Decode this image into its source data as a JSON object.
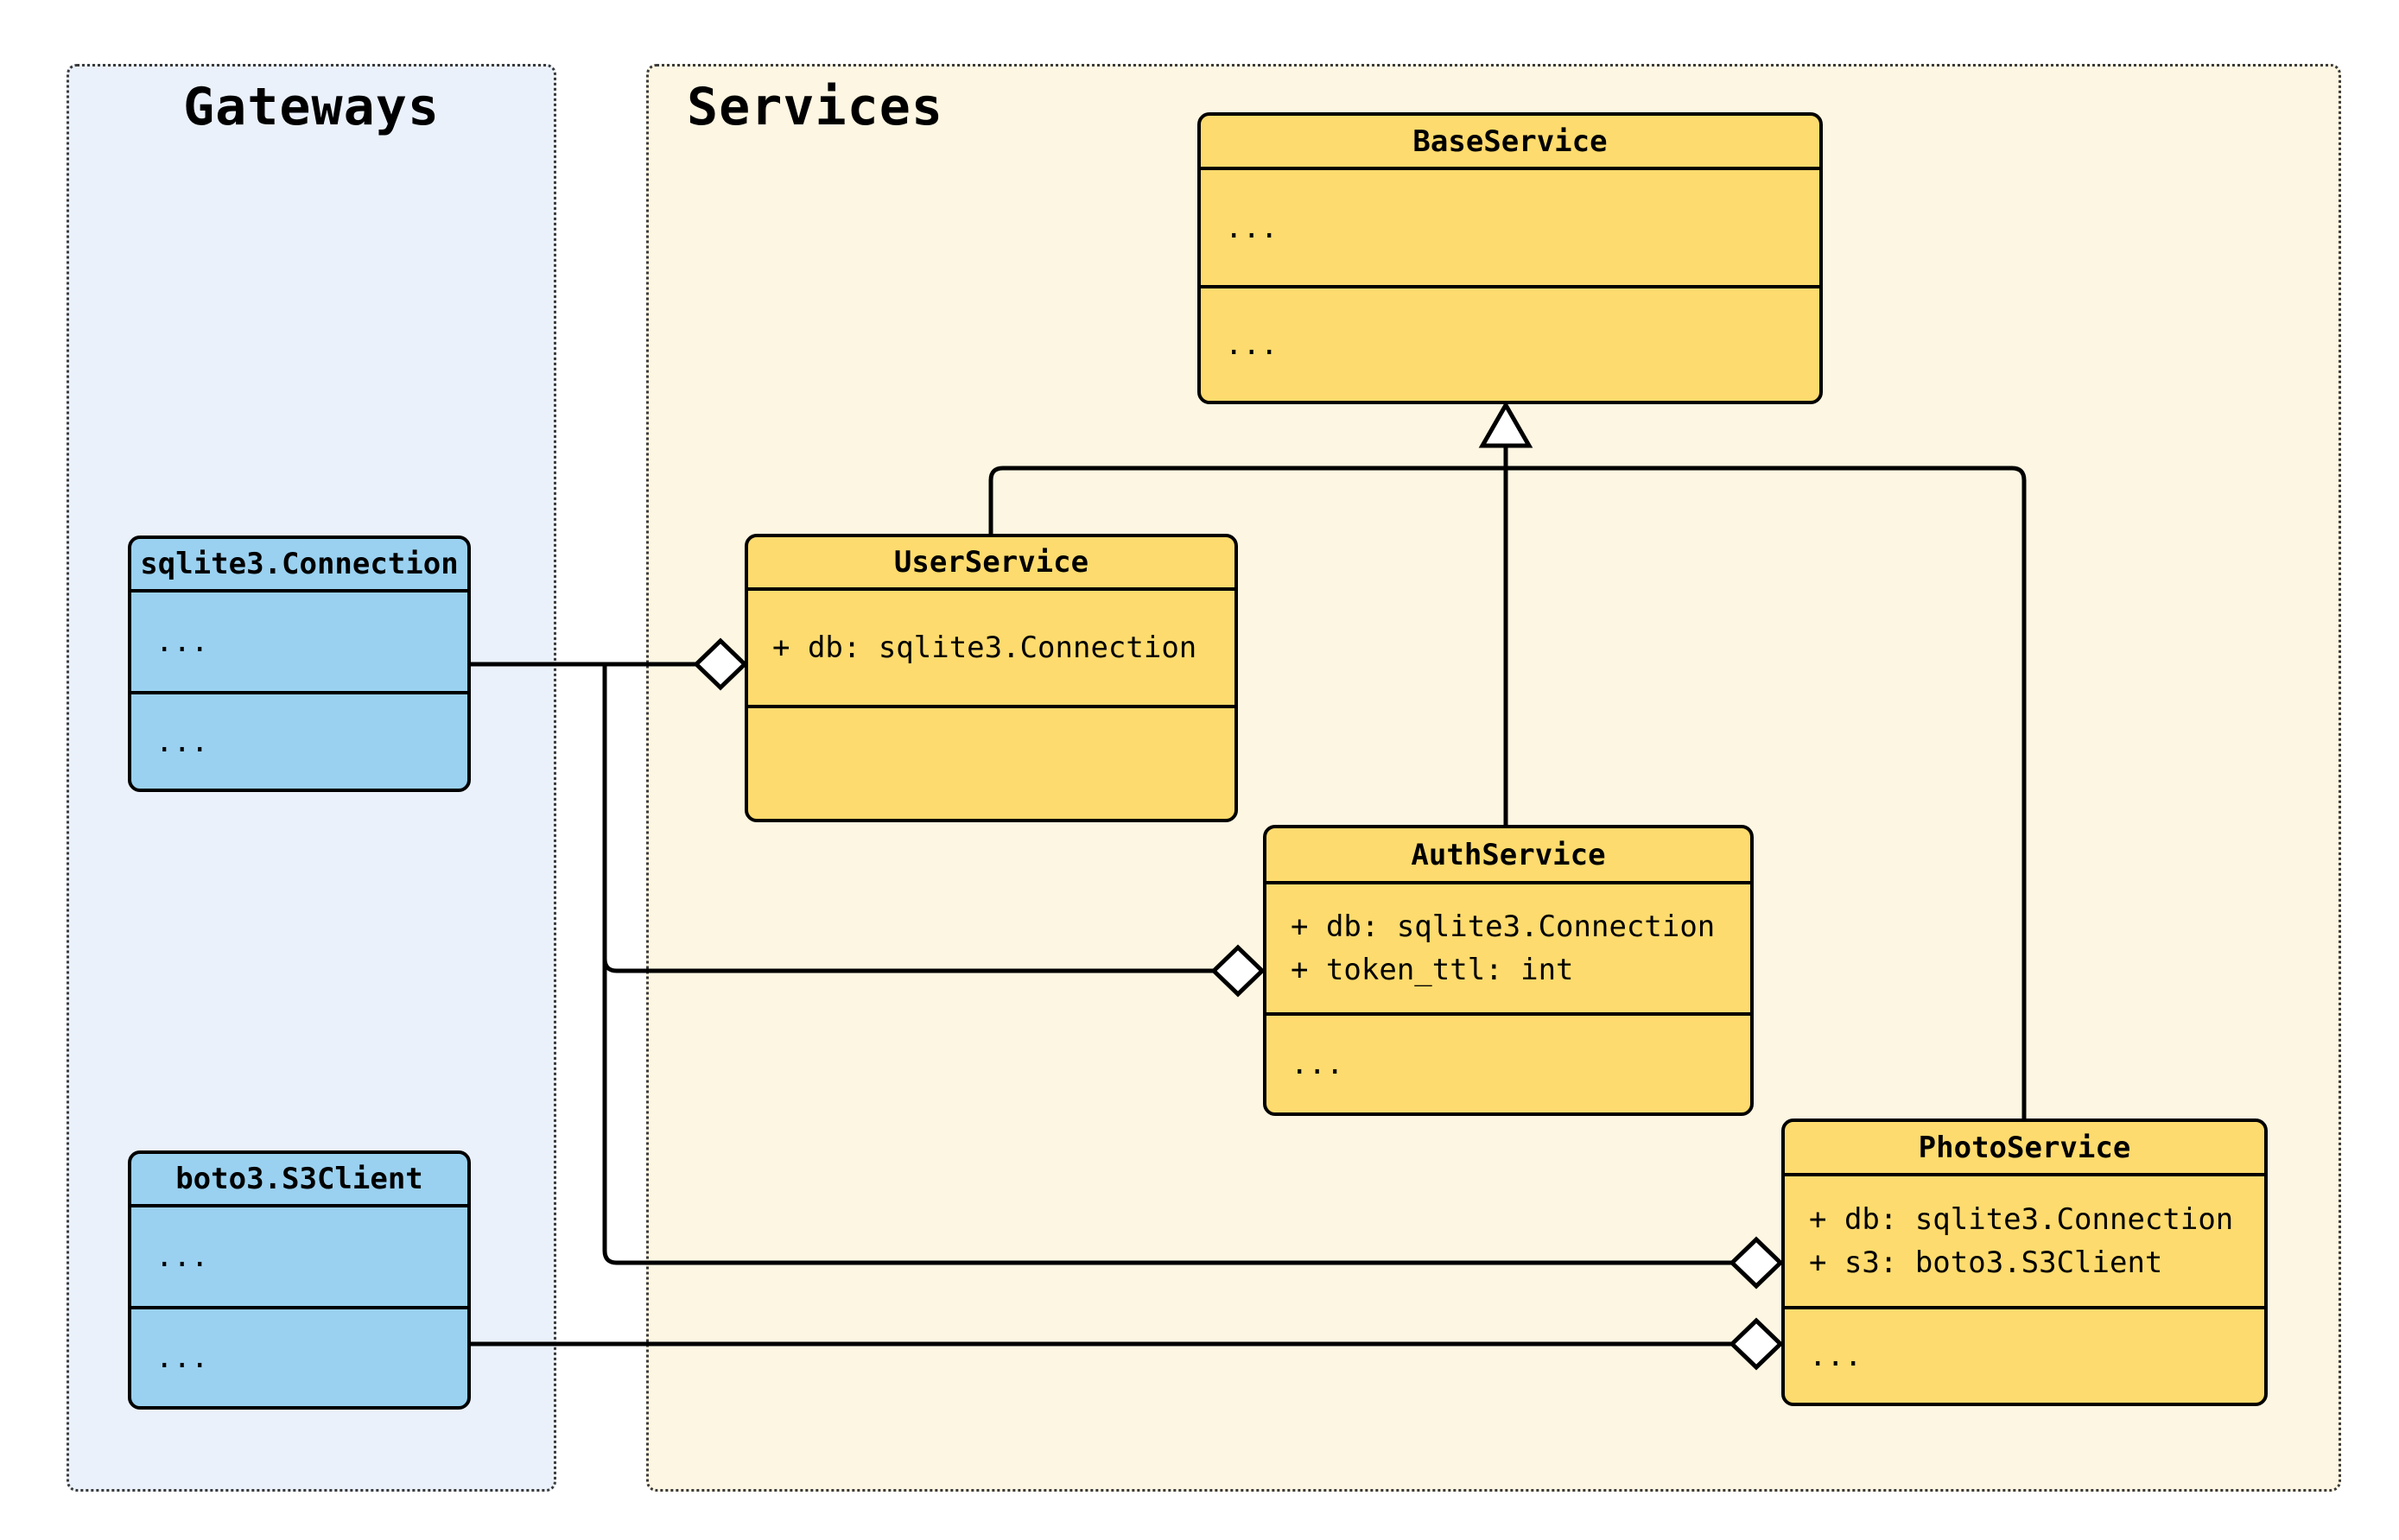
{
  "groups": {
    "gateways": {
      "title": "Gateways"
    },
    "services": {
      "title": "Services"
    }
  },
  "classes": {
    "sqlite": {
      "name": "sqlite3.Connection",
      "attributes": [
        "..."
      ],
      "methods": [
        "..."
      ]
    },
    "boto": {
      "name": "boto3.S3Client",
      "attributes": [
        "..."
      ],
      "methods": [
        "..."
      ]
    },
    "base": {
      "name": "BaseService",
      "attributes": [
        "..."
      ],
      "methods": [
        "..."
      ]
    },
    "user": {
      "name": "UserService",
      "attributes": [
        "+ db: sqlite3.Connection"
      ],
      "methods": []
    },
    "auth": {
      "name": "AuthService",
      "attributes": [
        "+ db: sqlite3.Connection",
        "+ token_ttl: int"
      ],
      "methods": [
        "..."
      ]
    },
    "photo": {
      "name": "PhotoService",
      "attributes": [
        "+ db: sqlite3.Connection",
        "+ s3: boto3.S3Client"
      ],
      "methods": [
        "..."
      ]
    }
  },
  "relationships": {
    "inheritance": [
      {
        "child": "UserService",
        "parent": "BaseService"
      },
      {
        "child": "AuthService",
        "parent": "BaseService"
      },
      {
        "child": "PhotoService",
        "parent": "BaseService"
      }
    ],
    "aggregations": [
      {
        "source": "sqlite3.Connection",
        "target": "UserService"
      },
      {
        "source": "sqlite3.Connection",
        "target": "AuthService"
      },
      {
        "source": "sqlite3.Connection",
        "target": "PhotoService"
      },
      {
        "source": "boto3.S3Client",
        "target": "PhotoService"
      }
    ]
  },
  "colors": {
    "service_class_fill": "#FDDB6E",
    "gateway_class_fill": "#9AD1F0",
    "services_panel_bg": "#FDF6E2",
    "gateways_panel_bg": "#EAF1FA",
    "line": "#000000"
  }
}
